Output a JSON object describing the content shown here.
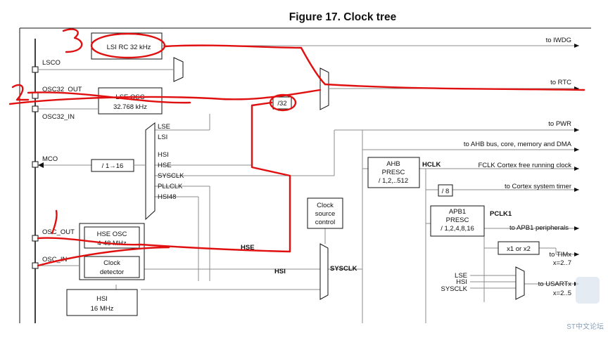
{
  "figure": {
    "title": "Figure 17. Clock tree"
  },
  "pins": {
    "lsco": "LSCO",
    "osc32_out": "OSC32_OUT",
    "osc32_in": "OSC32_IN",
    "mco": "MCO",
    "osc_out": "OSC_OUT",
    "osc_in": "OSC_IN"
  },
  "blocks": {
    "lsi_rc": "LSI RC 32 kHz",
    "lse_osc_line1": "LSE OSC",
    "lse_osc_line2": "32.768 kHz",
    "div32": "/32",
    "mco_div": "/ 1→16",
    "hse_osc_line1": "HSE OSC",
    "hse_osc_line2": "4-48 MHz",
    "clock_detector_line1": "Clock",
    "clock_detector_line2": "detector",
    "hsi_line1": "HSI",
    "hsi_line2": "16 MHz",
    "clock_source_control_line1": "Clock",
    "clock_source_control_line2": "source",
    "clock_source_control_line3": "control",
    "ahb_presc_line1": "AHB",
    "ahb_presc_line2": "PRESC",
    "ahb_presc_line3": "/ 1,2,..512",
    "div8": "/ 8",
    "apb1_presc_line1": "APB1",
    "apb1_presc_line2": "PRESC",
    "apb1_presc_line3": "/ 1,2,4,8,16",
    "x1_or_x2": "x1 or x2"
  },
  "mco_mux_inputs": [
    "LSE",
    "LSI",
    "HSI",
    "HSE",
    "SYSCLK",
    "PLLCLK",
    "HSI48"
  ],
  "usart_mux_inputs": [
    "LSE",
    "HSI",
    "SYSCLK"
  ],
  "signals": {
    "hse": "HSE",
    "hsi": "HSI",
    "sysclk": "SYSCLK",
    "hclk": "HCLK",
    "pclk1": "PCLK1"
  },
  "outputs": {
    "iwdg": "to IWDG",
    "rtc": "to RTC",
    "pwr": "to PWR",
    "ahb": "to AHB bus, core, memory and DMA",
    "fclk": "FCLK Cortex free running clock",
    "systick": "to Cortex system timer",
    "apb1": "to APB1 peripherals",
    "timx_line1": "to TIMx",
    "timx_line2": "x=2..7",
    "usartx_line1": "to USARTx",
    "usartx_line2": "x=2..5"
  },
  "annotations": {
    "mark_1": "1",
    "mark_2": "2",
    "mark_3": "3"
  },
  "watermark": "ST中文论坛",
  "colors": {
    "ink": "#111111",
    "grey_wire": "#8c8c8c",
    "annotation_red": "#e01010",
    "background": "#ffffff"
  }
}
